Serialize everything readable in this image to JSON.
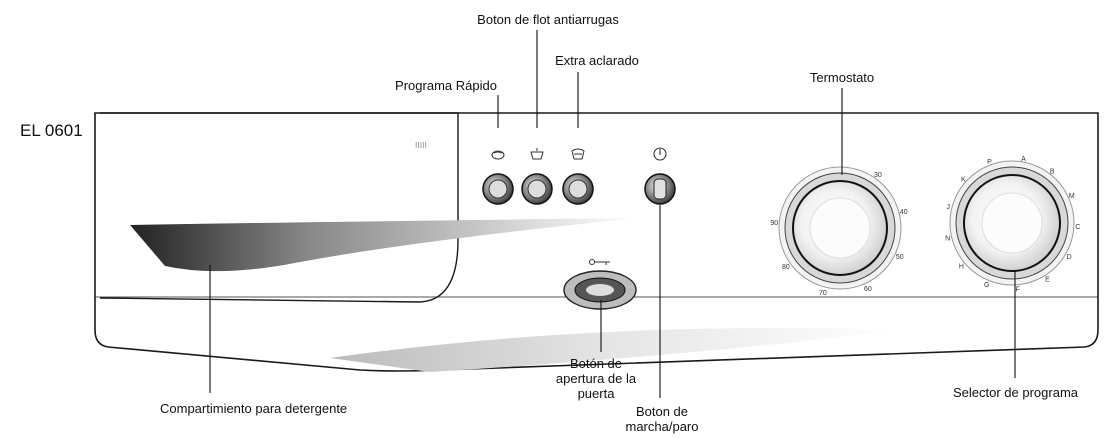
{
  "model": "EL 0601",
  "labels": {
    "antiwrinkle": "Boton de flot antiarrugas",
    "extra_rinse": "Extra aclarado",
    "quick_program": "Programa Rápido",
    "thermostat": "Termostato",
    "detergent": "Compartimiento para detergente",
    "door_button": "Botón de apertura de la puerta",
    "power_button": "Boton de marcha/paro",
    "program_selector": "Selector de programa"
  },
  "thermostat_scale": [
    "30",
    "40",
    "50",
    "60",
    "70",
    "80",
    "90"
  ],
  "program_scale": [
    "A",
    "B",
    "M",
    "C",
    "D",
    "E",
    "F",
    "G",
    "H",
    "N",
    "J",
    "K",
    "P"
  ],
  "colors": {
    "line": "#1a1a1a",
    "shade": "#9a9a9a",
    "panel": "#ffffff"
  }
}
